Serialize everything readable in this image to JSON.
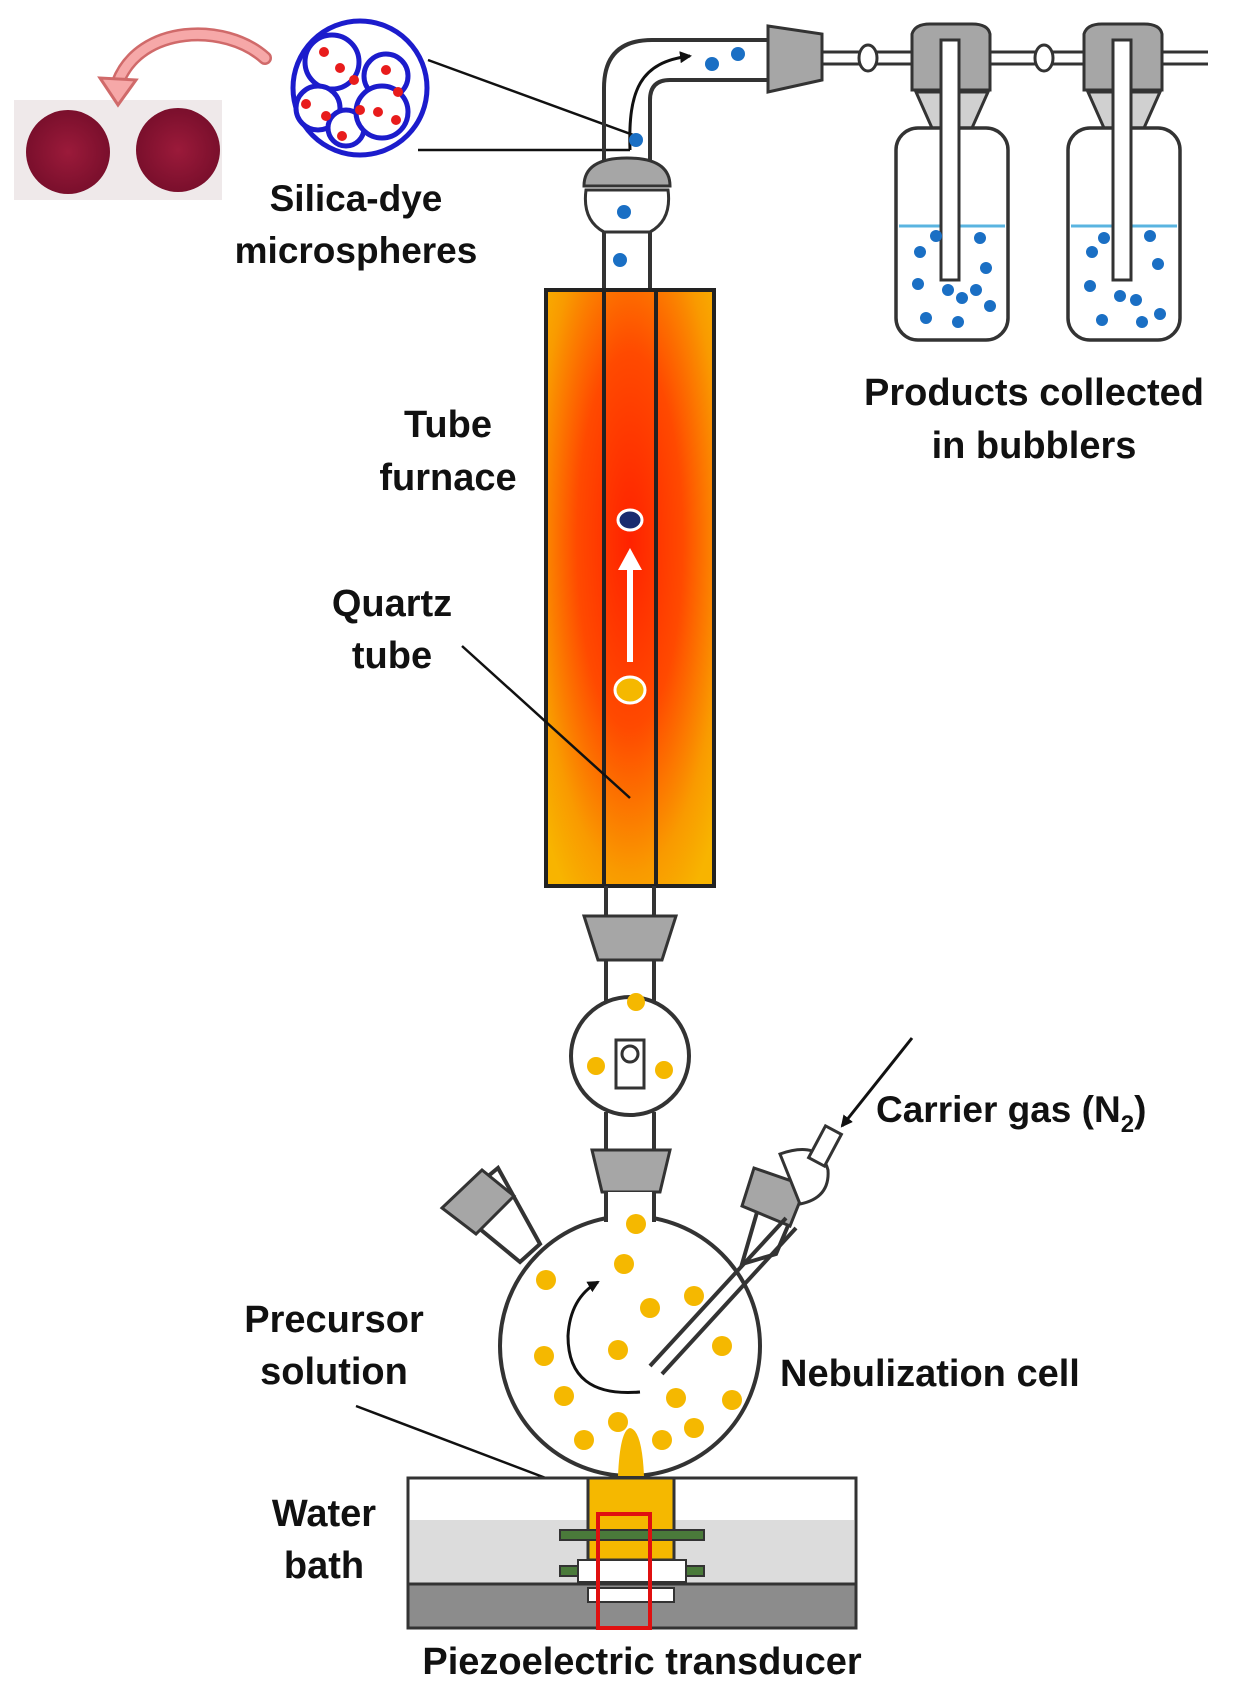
{
  "labels": {
    "silica_dye": [
      "Silica-dye",
      "microspheres"
    ],
    "products": [
      "Products collected",
      "in bubblers"
    ],
    "tube_furnace": [
      "Tube",
      "furnace"
    ],
    "quartz_tube": [
      "Quartz",
      "tube"
    ],
    "carrier_gas_main": "Carrier gas (N",
    "carrier_gas_sub": "2",
    "carrier_gas_close": ")",
    "precursor": [
      "Precursor",
      "solution"
    ],
    "nebulization": "Nebulization cell",
    "water_bath": [
      "Water",
      "bath"
    ],
    "piezo": "Piezoelectric transducer"
  },
  "colors": {
    "furnace_outer": "#f7b800",
    "furnace_hot": "#ff3300",
    "precursor_droplet": "#f5b800",
    "product_droplet": "#1a6fc4",
    "dye_dot": "#e81c1c",
    "microsphere_outline": "#1c1ccc",
    "dye_sample": "#8b1533",
    "glass_gray": "#a6a6a6",
    "transducer_box": "#e01010",
    "bath_water": "#d6d6d6",
    "bath_base": "#8c8c8c",
    "arrow_pink": "#f39a9a",
    "bubbler_liquid_line": "#5ab4e0"
  },
  "icons": [
    "curved-arrow-icon",
    "flow-arrow-icon",
    "gas-inlet-arrow-icon",
    "swirl-arrow-icon",
    "rising-particle-arrow-icon"
  ]
}
